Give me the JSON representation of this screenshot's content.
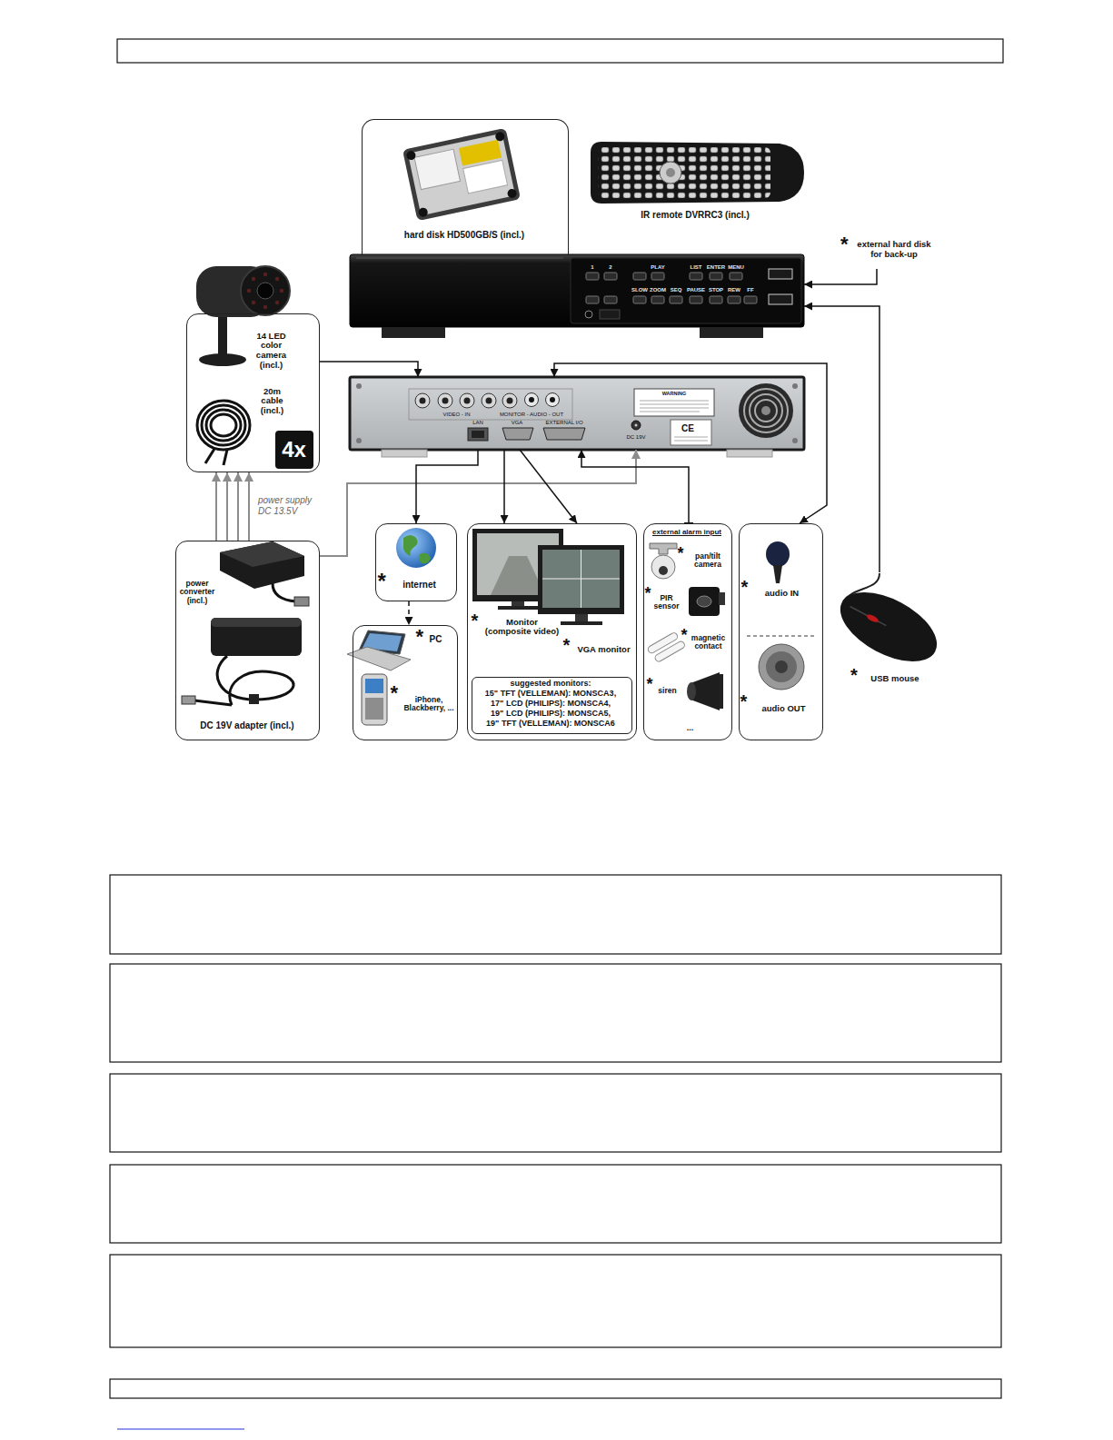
{
  "diagram": {
    "nodes": [
      {
        "text": [
          "hard disk HD500GB/S (incl.)"
        ]
      },
      {
        "text": [
          "*",
          "external hard disk for back-up"
        ]
      },
      {
        "text": [
          "1",
          "2",
          "PLAY",
          "LIST",
          "ENTER",
          "MENU",
          "SLOW",
          "ZOOM",
          "SEQ",
          "PAUSE",
          "STOP",
          "REW",
          "FF"
        ]
      },
      {
        "text": [
          "14 LED color camera (incl.)",
          "20m cable (incl.)",
          "4x"
        ]
      },
      {
        "text": [
          "VIDEO - IN",
          "MONITOR - AUDIO - OUT",
          "LAN",
          "VGA",
          "EXTERNAL I/O",
          "DC 19V",
          "WARNING",
          "CE"
        ]
      },
      {
        "text": [
          "power converter (incl.)",
          "DC 19V adapter (incl.)"
        ]
      },
      {
        "text": [
          "*",
          "internet"
        ]
      },
      {
        "text": [
          "*",
          "PC",
          "*",
          "iPhone, Blackberry, ..."
        ]
      },
      {
        "text": [
          "*",
          "Monitor (composite video)",
          "*",
          "VGA monitor"
        ]
      },
      {
        "text": [
          "suggested monitors:",
          "15\" TFT (VELLEMAN): MONSCA3,",
          "17\" LCD (PHILIPS): MONSCA4,",
          "19\" LCD (PHILIPS): MONSCA5,",
          "19\" TFT (VELLEMAN): MONSCA6"
        ],
        "in": 8
      },
      {
        "text": [
          "external alarm input",
          "*",
          "pan/tilt camera",
          "*",
          "PIR sensor",
          "*",
          "magnetic contact",
          "*",
          "siren",
          "..."
        ]
      },
      {
        "text": [
          "*",
          "audio IN",
          "*",
          "audio OUT"
        ]
      },
      {
        "text": [
          "*",
          "USB mouse"
        ]
      }
    ],
    "edges": [
      {
        "from": 1,
        "to": 2,
        "arrow": "to"
      },
      {
        "from": 12,
        "to": 2,
        "arrow": "to"
      },
      {
        "from": 3,
        "to": 4,
        "arrow": "to"
      },
      {
        "from": 5,
        "to": 3,
        "arrow": "to"
      },
      {
        "from": 5,
        "to": 3,
        "arrow": "to"
      },
      {
        "from": 5,
        "to": 3,
        "arrow": "to"
      },
      {
        "from": 5,
        "to": 3,
        "arrow": "to"
      },
      {
        "from": 5,
        "to": 4,
        "arrow": "to"
      },
      {
        "from": 4,
        "to": 6,
        "arrow": "to"
      },
      {
        "from": 6,
        "to": 7,
        "arrow": "to"
      },
      {
        "from": 4,
        "to": 8,
        "arrow": "to"
      },
      {
        "from": 4,
        "to": 8,
        "arrow": "to"
      },
      {
        "from": 10,
        "to": 4,
        "arrow": "to"
      },
      {
        "from": 4,
        "to": 11,
        "arrow": "both"
      }
    ],
    "labels": [
      "IR remote DVRRC3 (incl.)",
      "power supply DC 13.5V"
    ]
  }
}
